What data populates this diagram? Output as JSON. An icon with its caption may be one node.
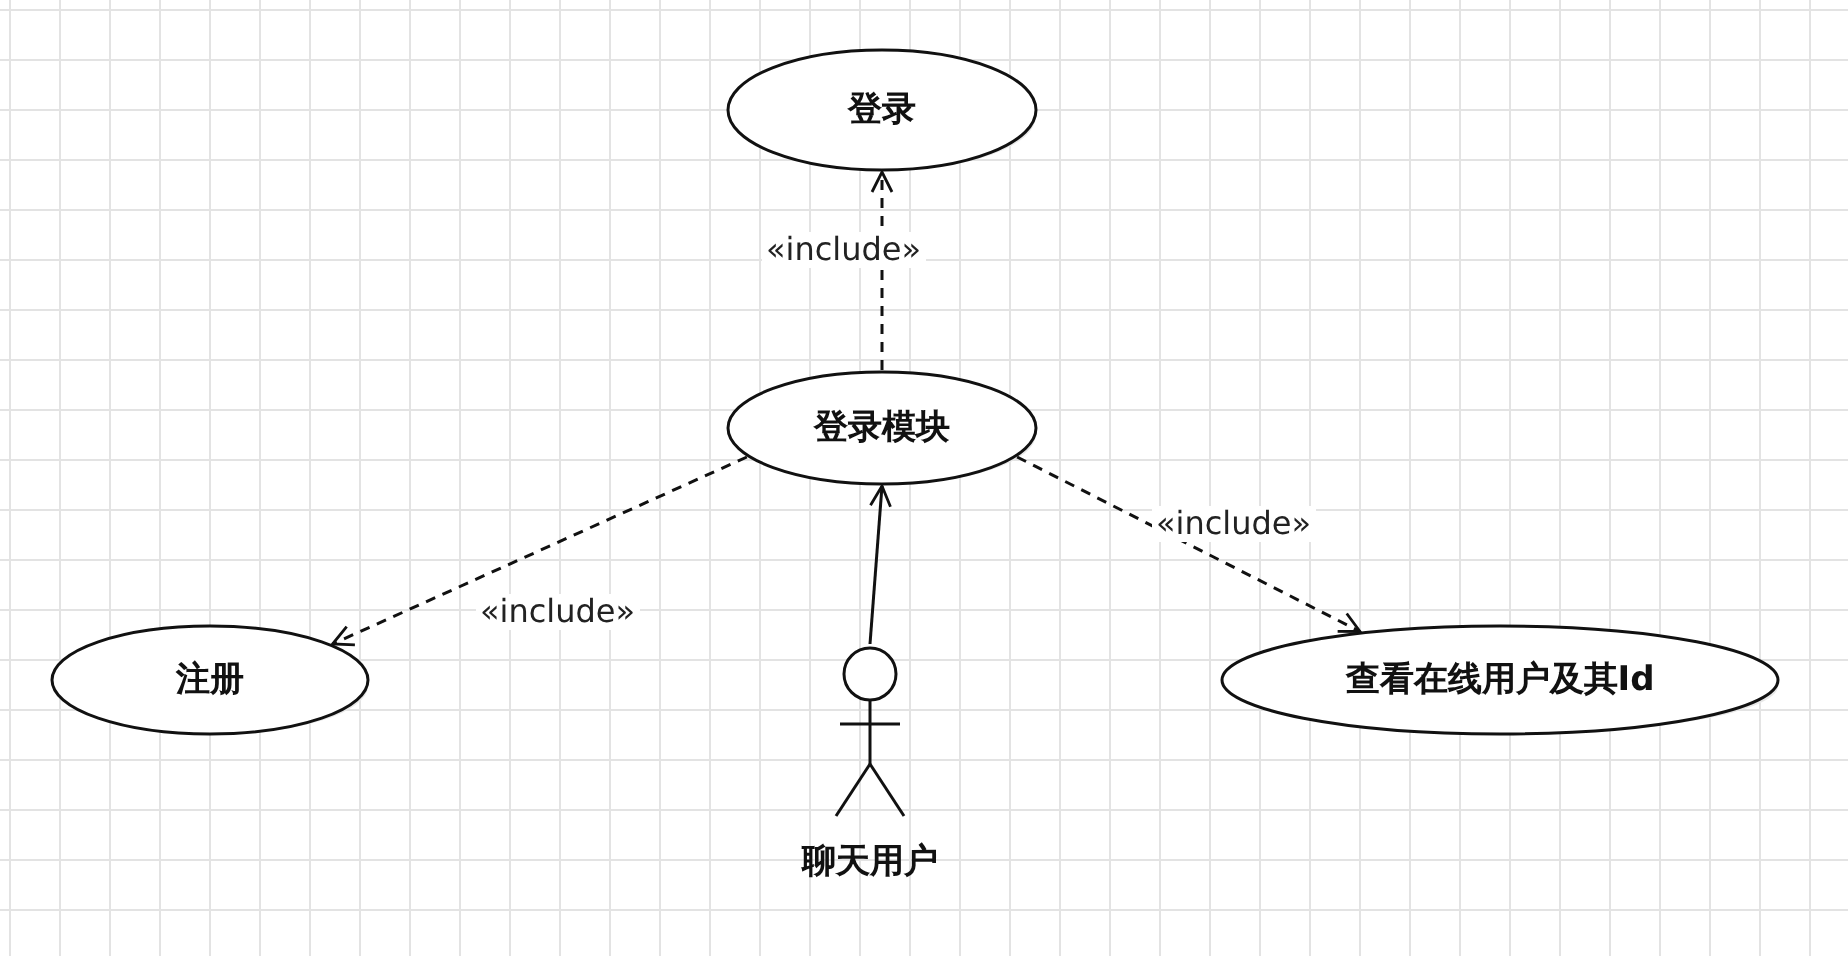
{
  "diagram": {
    "nodes": [
      {
        "text": [
          "登录"
        ]
      },
      {
        "text": [
          "登录模块"
        ]
      },
      {
        "text": [
          "注册"
        ]
      },
      {
        "text": [
          "查看在线用户及其Id"
        ]
      },
      {
        "text": [
          "聊天用户"
        ]
      }
    ],
    "edges": [
      {
        "from": 1,
        "to": 0,
        "arrow": "to",
        "label": "«include»",
        "style": "dashed"
      },
      {
        "from": 1,
        "to": 2,
        "arrow": "to",
        "label": "«include»",
        "style": "dashed"
      },
      {
        "from": 1,
        "to": 3,
        "arrow": "to",
        "label": "«include»",
        "style": "dashed"
      },
      {
        "from": 4,
        "to": 1,
        "arrow": "to"
      }
    ]
  }
}
